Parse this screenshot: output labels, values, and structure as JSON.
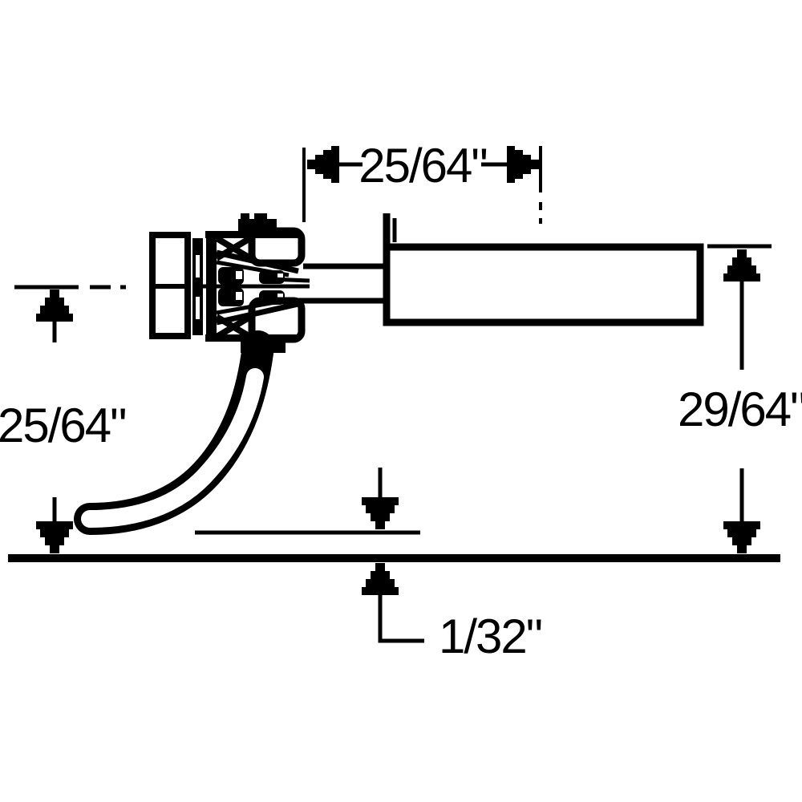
{
  "diagram": {
    "type": "technical-dimension-drawing",
    "subject": "model-railroad-coupler-height-gauge-side-view",
    "colors": {
      "ink": "#000000",
      "background": "#ffffff"
    },
    "dimensions": {
      "top": "25/64\"",
      "left": "25/64\"",
      "right": "29/64\"",
      "bottom": "1/32\""
    },
    "parts": {
      "coupler_head": "coupler head with knuckle detail",
      "trip_pin": "curved trip pin",
      "shank": "coupler shank",
      "draft_gear_box": "draft gear box",
      "rail_line": "rail head reference line",
      "trip_pin_clearance_line": "trip pin height reference line"
    }
  }
}
